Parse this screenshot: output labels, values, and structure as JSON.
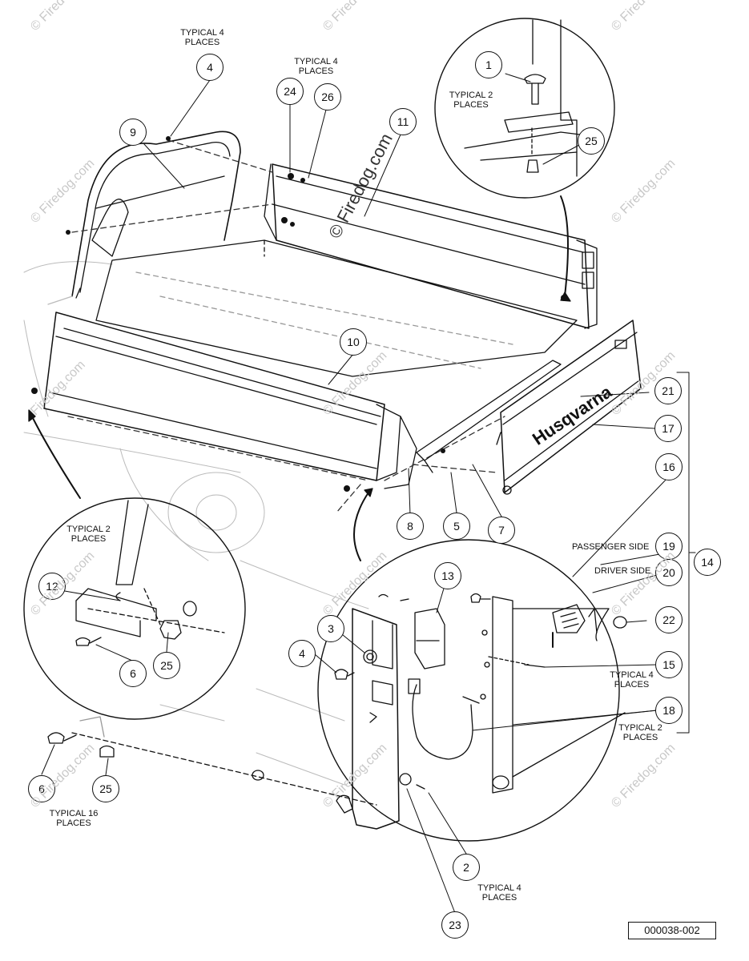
{
  "diagram": {
    "drawing_number": "000038-002",
    "brand_on_tailgate": "Husqvarna",
    "watermark": "© Firedog.com",
    "watermark_short": "Firedog.com",
    "notes": {
      "typical4_a": [
        "TYPICAL 4",
        "PLACES"
      ],
      "typical4_b": [
        "TYPICAL 4",
        "PLACES"
      ],
      "typical2_inset": [
        "TYPICAL 2",
        "PLACES"
      ],
      "typical2_left": [
        "TYPICAL 2",
        "PLACES"
      ],
      "passenger_side": "PASSENGER SIDE",
      "driver_side": "DRIVER SIDE",
      "typical4_right": [
        "TYPICAL 4",
        "PLACES"
      ],
      "typical2_right": [
        "TYPICAL 2",
        "PLACES"
      ],
      "typical16": [
        "TYPICAL 16",
        "PLACES"
      ],
      "typical4_bottom": [
        "TYPICAL 4",
        "PLACES"
      ]
    },
    "callouts": {
      "c4_top": "4",
      "c24": "24",
      "c26": "26",
      "c11": "11",
      "c9": "9",
      "c1": "1",
      "c25_top": "25",
      "c10": "10",
      "c21": "21",
      "c17": "17",
      "c16": "16",
      "c8": "8",
      "c5": "5",
      "c7": "7",
      "c19": "19",
      "c20": "20",
      "c14": "14",
      "c13": "13",
      "c3": "3",
      "c4_mid": "4",
      "c22": "22",
      "c15": "15",
      "c18": "18",
      "c12": "12",
      "c6_inset": "6",
      "c25_inset": "25",
      "c6_bottom": "6",
      "c25_bottom": "25",
      "c2": "2",
      "c23": "23"
    }
  }
}
